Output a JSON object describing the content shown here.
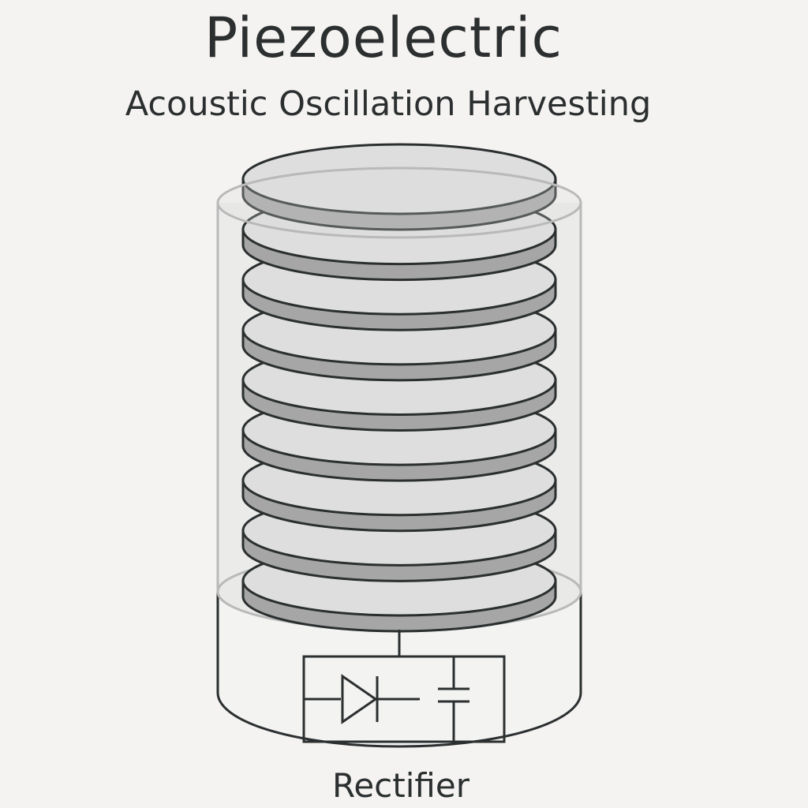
{
  "title": "Piezoelectric",
  "subtitle": "Acoustic Oscillation Harvesting",
  "caption": "Rectifier",
  "colors": {
    "background": "#f4f3f1",
    "stroke": "#2b2f2f",
    "disc_top": "#dedede",
    "disc_side": "#a6a6a6",
    "enclosure": "#cfcfcf"
  },
  "diagram": {
    "disc_count": 9,
    "components": [
      "piezo-disc-stack",
      "transparent-enclosure",
      "base-housing",
      "rectifier-diode",
      "capacitor"
    ]
  }
}
